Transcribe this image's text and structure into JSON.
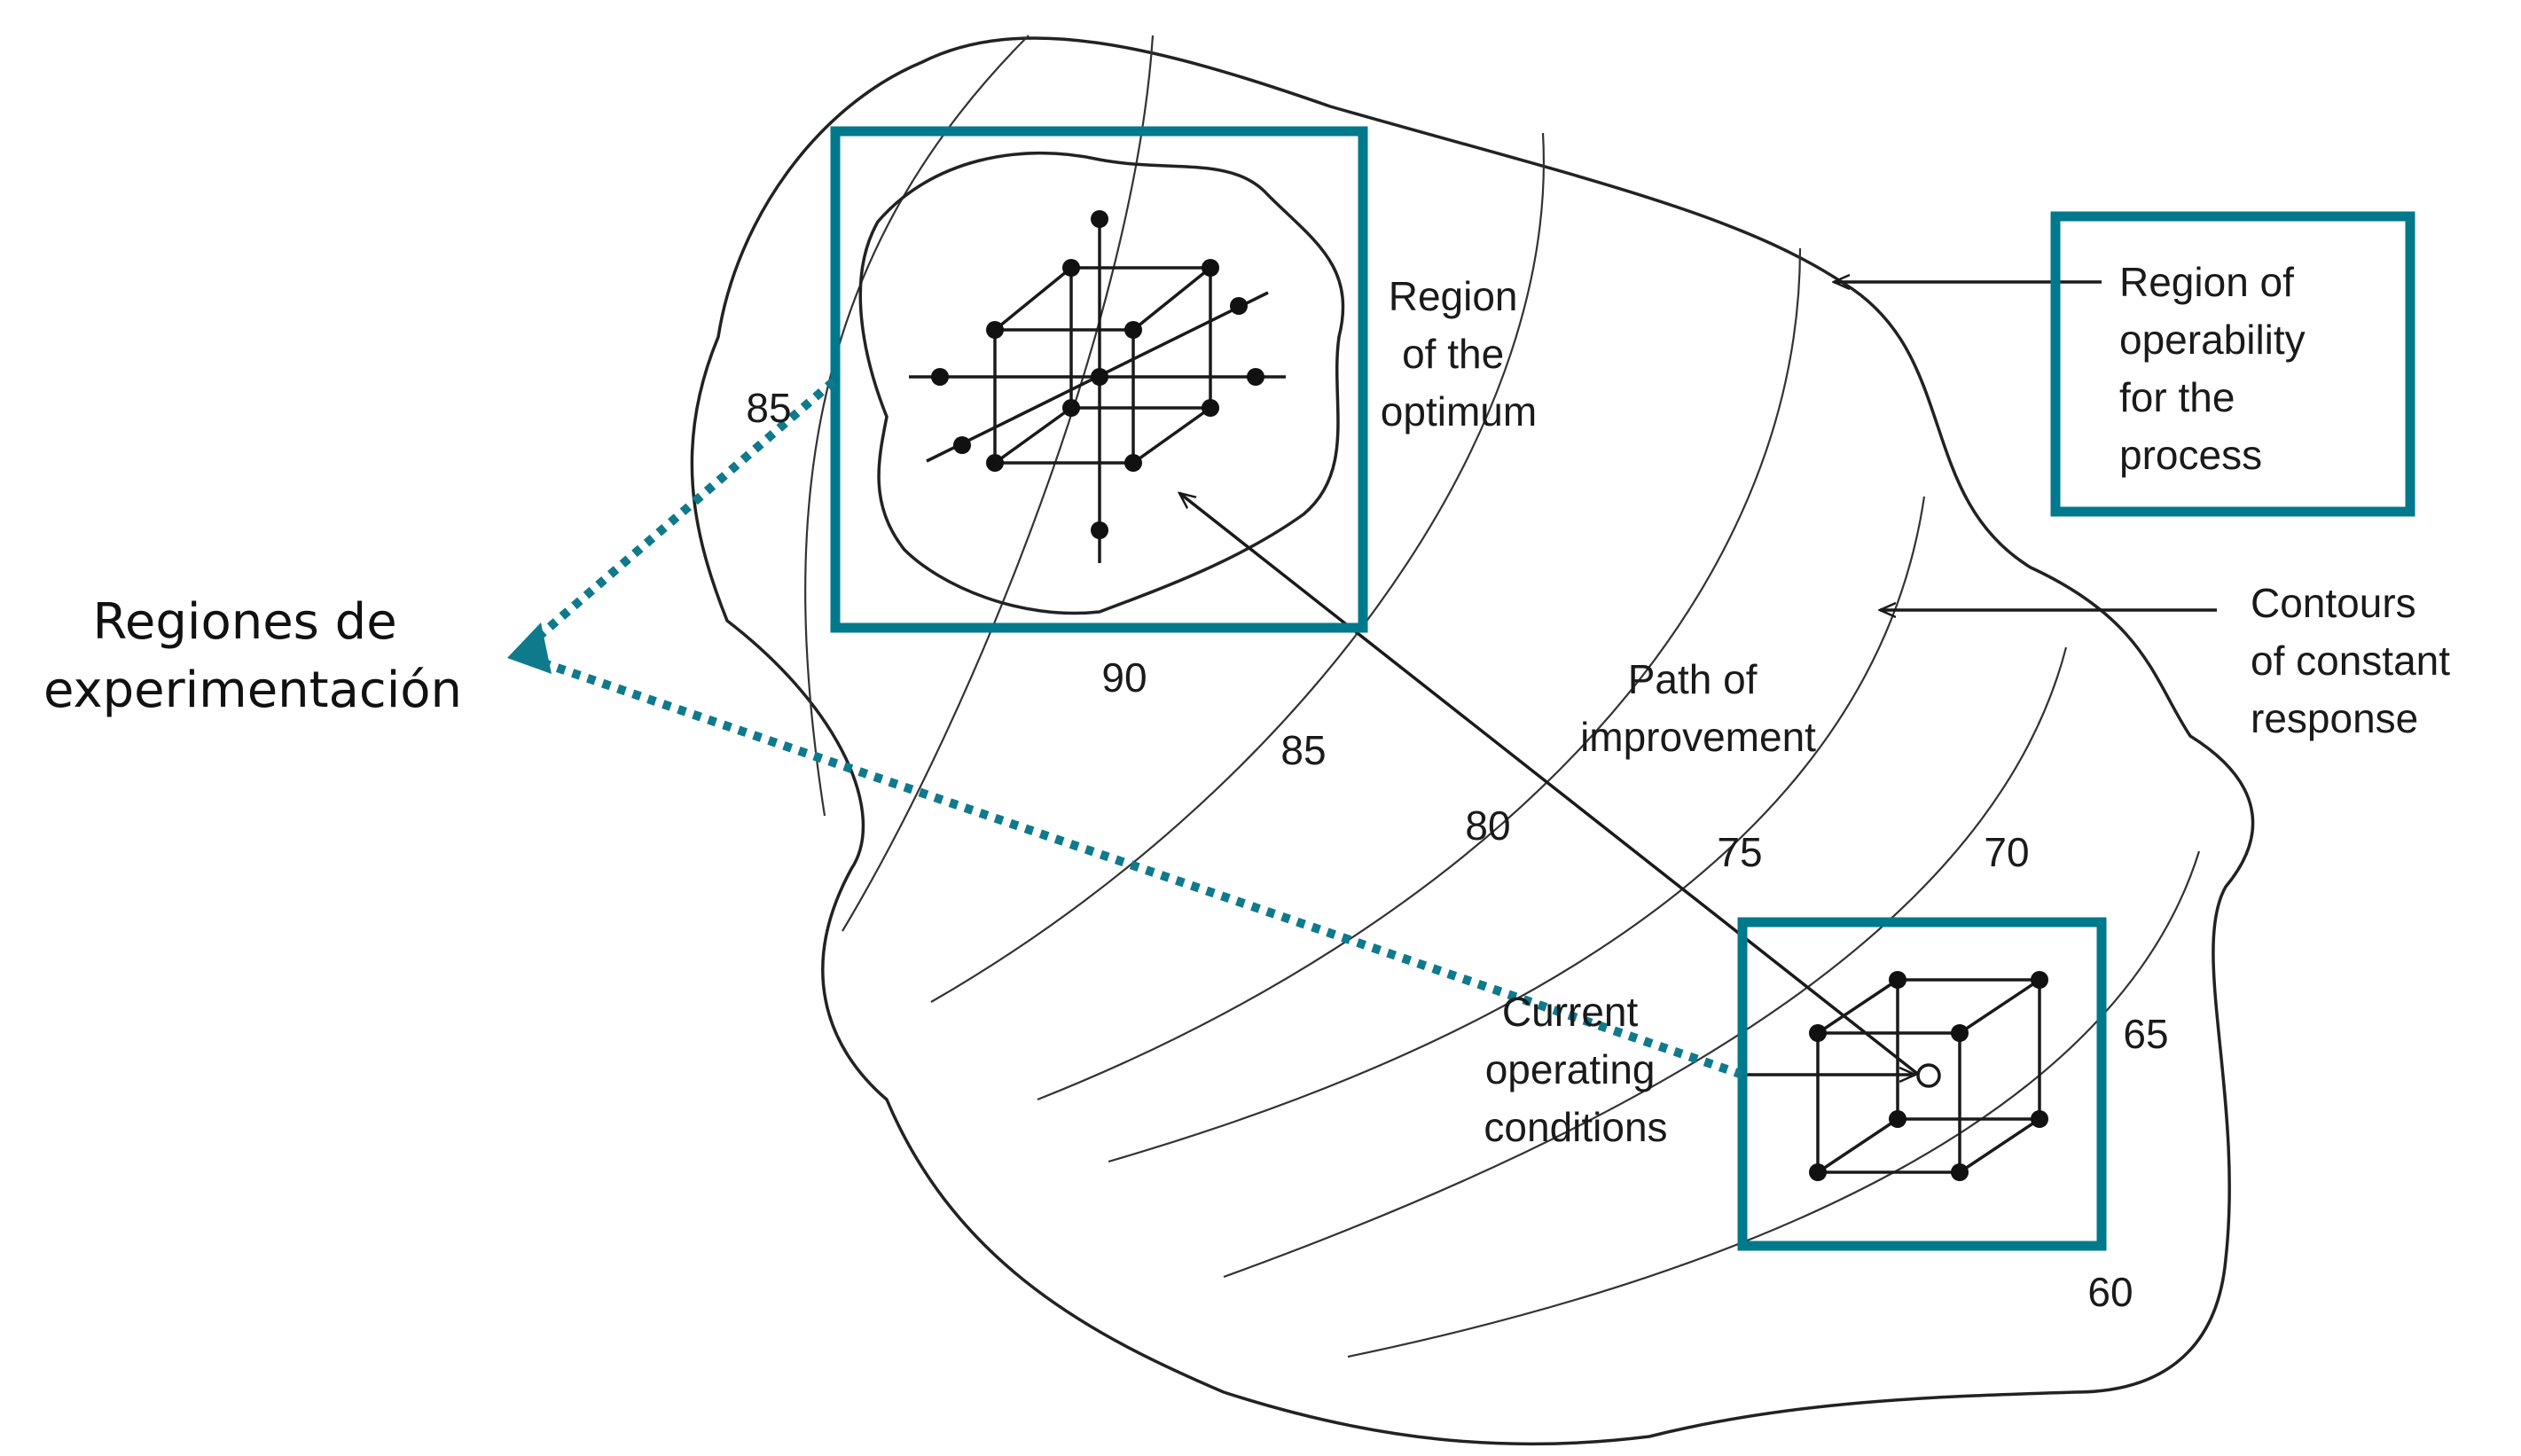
{
  "caption": {
    "lines": [
      "Regiones de",
      "experimentación"
    ]
  },
  "labels": {
    "region_optimum": [
      "Region",
      "of the",
      "optimum"
    ],
    "region_operability": [
      "Region of",
      "operability",
      "for the",
      "process"
    ],
    "contours": [
      "Contours",
      "of constant",
      "response"
    ],
    "path": [
      "Path of",
      "improvement"
    ],
    "current": [
      "Current",
      "operating",
      "conditions"
    ]
  },
  "contour_values": {
    "c85_top": "85",
    "c90": "90",
    "c85": "85",
    "c80": "80",
    "c75": "75",
    "c70": "70",
    "c65": "65",
    "c60": "60"
  },
  "colors": {
    "accent": "#00798c",
    "ink": "#1a1a1a"
  }
}
